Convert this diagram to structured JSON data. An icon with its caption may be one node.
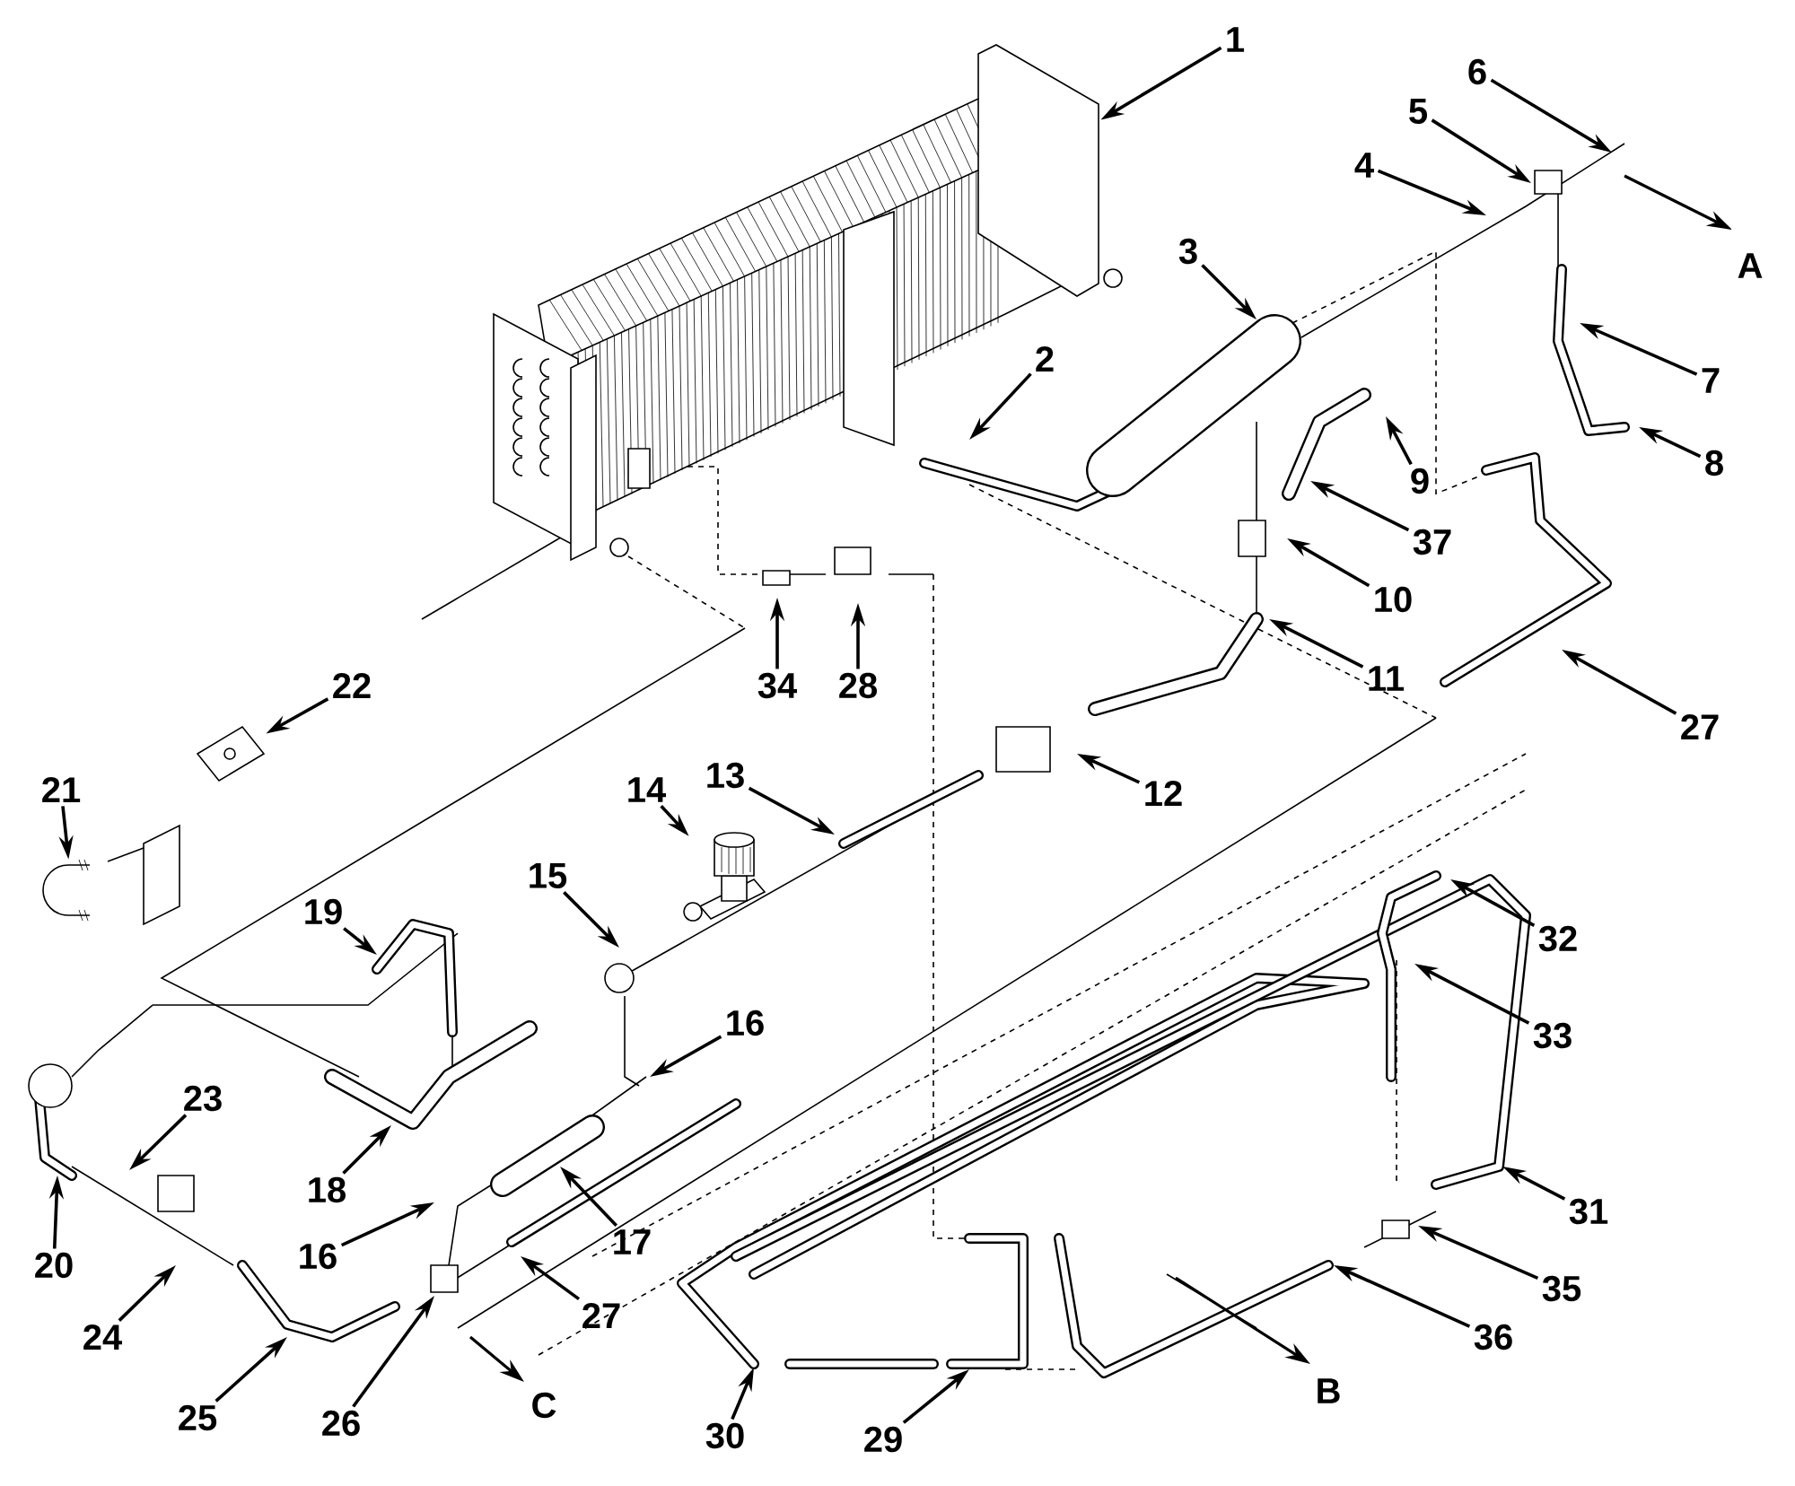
{
  "diagram": {
    "nodes": [
      {
        "text": [
          "1"
        ]
      },
      {
        "text": [
          "2"
        ]
      },
      {
        "text": [
          "3"
        ]
      },
      {
        "text": [
          "4"
        ]
      },
      {
        "text": [
          "5"
        ]
      },
      {
        "text": [
          "6"
        ]
      },
      {
        "text": [
          "7"
        ]
      },
      {
        "text": [
          "8"
        ]
      },
      {
        "text": [
          "9"
        ]
      },
      {
        "text": [
          "37"
        ]
      },
      {
        "text": [
          "10"
        ]
      },
      {
        "text": [
          "11"
        ]
      },
      {
        "text": [
          "27"
        ]
      },
      {
        "text": [
          "22"
        ]
      },
      {
        "text": [
          "21"
        ]
      },
      {
        "text": [
          "34"
        ]
      },
      {
        "text": [
          "28"
        ]
      },
      {
        "text": [
          "14"
        ]
      },
      {
        "text": [
          "13"
        ]
      },
      {
        "text": [
          "12"
        ]
      },
      {
        "text": [
          "15"
        ]
      },
      {
        "text": [
          "19"
        ]
      },
      {
        "text": [
          "16"
        ]
      },
      {
        "text": [
          "23"
        ]
      },
      {
        "text": [
          "18"
        ]
      },
      {
        "text": [
          "20"
        ]
      },
      {
        "text": [
          "16"
        ]
      },
      {
        "text": [
          "17"
        ]
      },
      {
        "text": [
          "27"
        ]
      },
      {
        "text": [
          "24"
        ]
      },
      {
        "text": [
          "32"
        ]
      },
      {
        "text": [
          "33"
        ]
      },
      {
        "text": [
          "31"
        ]
      },
      {
        "text": [
          "35"
        ]
      },
      {
        "text": [
          "36"
        ]
      },
      {
        "text": [
          "25"
        ]
      },
      {
        "text": [
          "26"
        ]
      },
      {
        "text": [
          "30"
        ]
      },
      {
        "text": [
          "29"
        ]
      },
      {
        "text": [],
        "shape": "picture"
      },
      {
        "text": [],
        "shape": "picture"
      },
      {
        "text": [],
        "shape": "picture"
      },
      {
        "text": [],
        "shape": "picture"
      }
    ],
    "edges": [
      {
        "from": 0,
        "to": 42,
        "arrow": "to"
      },
      {
        "from": 1,
        "to": null,
        "arrow": "to"
      },
      {
        "from": 2,
        "to": null,
        "arrow": "to"
      },
      {
        "from": 3,
        "to": null,
        "arrow": "to"
      },
      {
        "from": 4,
        "to": null,
        "arrow": "to"
      },
      {
        "from": 5,
        "to": null,
        "arrow": "to"
      },
      {
        "from": 6,
        "to": null,
        "arrow": "to"
      },
      {
        "from": 7,
        "to": null,
        "arrow": "to"
      },
      {
        "from": 8,
        "to": null,
        "arrow": "to"
      },
      {
        "from": 9,
        "to": null,
        "arrow": "to"
      },
      {
        "from": 10,
        "to": null,
        "arrow": "to"
      },
      {
        "from": 11,
        "to": null,
        "arrow": "to"
      },
      {
        "from": 12,
        "to": null,
        "arrow": "to"
      },
      {
        "from": 13,
        "to": 39,
        "arrow": "to"
      },
      {
        "from": 14,
        "to": 41,
        "arrow": "to"
      },
      {
        "from": 15,
        "to": null,
        "arrow": "to"
      },
      {
        "from": 16,
        "to": null,
        "arrow": "to"
      },
      {
        "from": 17,
        "to": 40,
        "arrow": "to"
      },
      {
        "from": 18,
        "to": null,
        "arrow": "to"
      },
      {
        "from": 19,
        "to": null,
        "arrow": "to"
      },
      {
        "from": 20,
        "to": null,
        "arrow": "to"
      },
      {
        "from": 21,
        "to": null,
        "arrow": "to"
      },
      {
        "from": 22,
        "to": null,
        "arrow": "to"
      },
      {
        "from": 23,
        "to": null,
        "arrow": "to"
      },
      {
        "from": 24,
        "to": null,
        "arrow": "to"
      },
      {
        "from": 25,
        "to": null,
        "arrow": "to"
      },
      {
        "from": 26,
        "to": null,
        "arrow": "to"
      },
      {
        "from": 27,
        "to": null,
        "arrow": "to"
      },
      {
        "from": 28,
        "to": null,
        "arrow": "to"
      },
      {
        "from": 29,
        "to": null,
        "arrow": "to"
      },
      {
        "from": 30,
        "to": null,
        "arrow": "to"
      },
      {
        "from": 31,
        "to": null,
        "arrow": "to"
      },
      {
        "from": 32,
        "to": null,
        "arrow": "to"
      },
      {
        "from": 33,
        "to": null,
        "arrow": "to"
      },
      {
        "from": 34,
        "to": null,
        "arrow": "to"
      },
      {
        "from": 35,
        "to": null,
        "arrow": "to"
      },
      {
        "from": 36,
        "to": null,
        "arrow": "to"
      },
      {
        "from": 37,
        "to": null,
        "arrow": "to"
      },
      {
        "from": 38,
        "to": null,
        "arrow": "to"
      }
    ],
    "labels": [
      "A",
      "C",
      "B"
    ]
  }
}
